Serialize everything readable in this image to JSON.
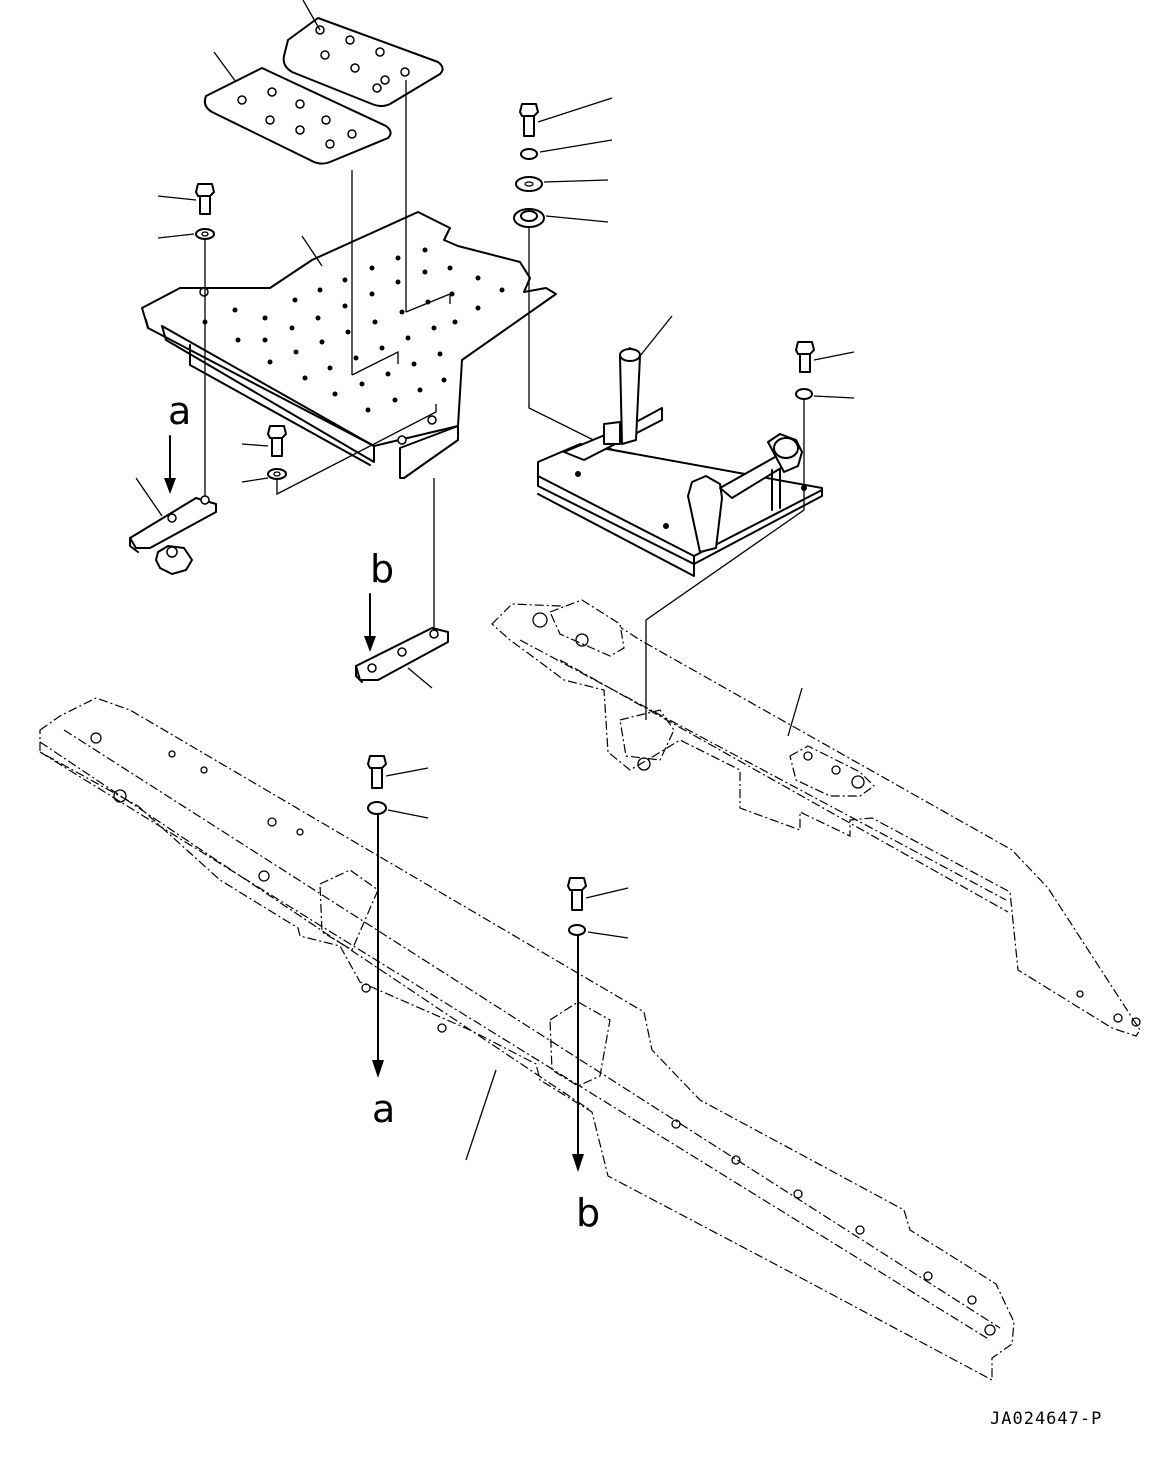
{
  "diagram": {
    "view_labels": {
      "a_top": "a",
      "b_top": "b",
      "a_bottom": "a",
      "b_bottom": "b"
    },
    "reference_code": "JA024647-P"
  }
}
